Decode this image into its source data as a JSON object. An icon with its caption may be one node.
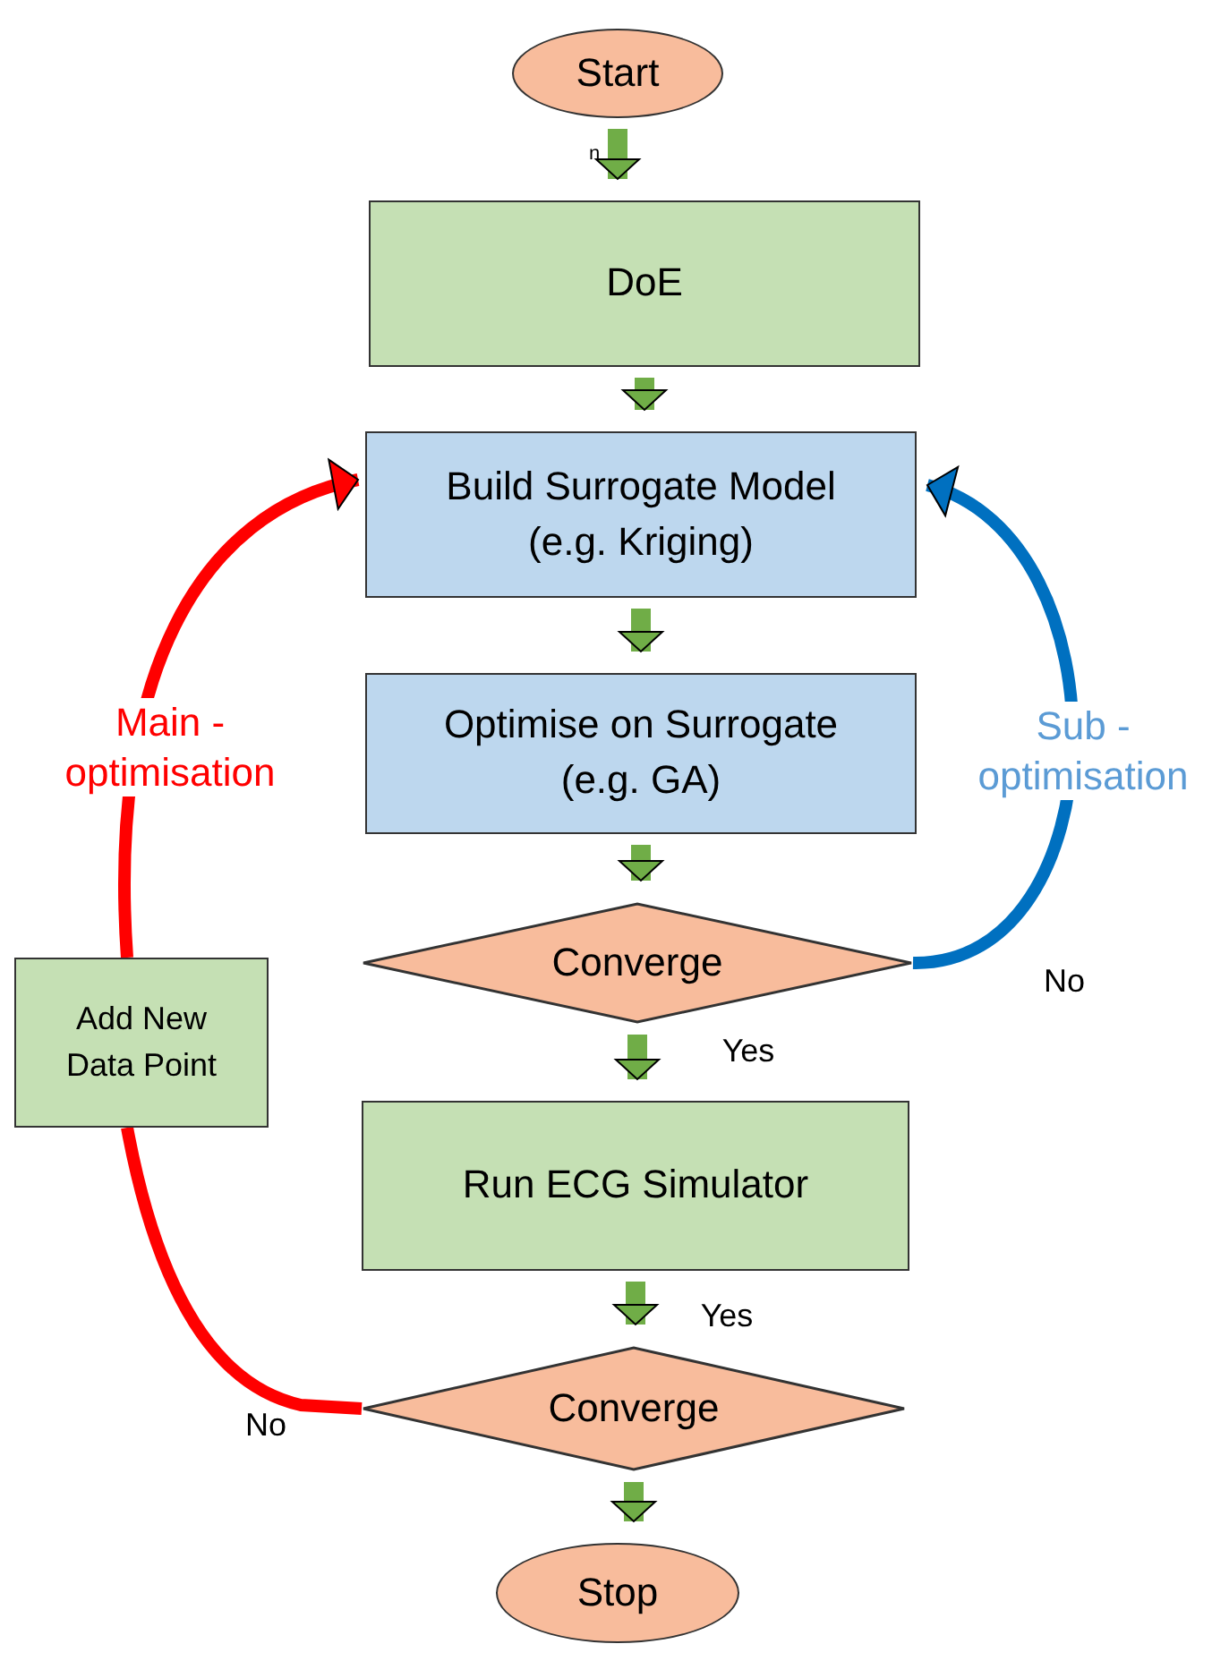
{
  "diagram": {
    "nodes": [
      {
        "text": [
          "Start"
        ]
      },
      {
        "text": [
          "DoE"
        ]
      },
      {
        "text": [
          "Build Surrogate Model (e.g. Kriging)"
        ]
      },
      {
        "text": [
          "Optimise on Surrogate (e.g. GA)"
        ]
      },
      {
        "text": [
          "Converge"
        ]
      },
      {
        "text": [
          "Run ECG Simulator"
        ]
      },
      {
        "text": [
          "Converge"
        ]
      },
      {
        "text": [
          "Stop"
        ]
      },
      {
        "text": [
          "Add New Data Point"
        ]
      }
    ],
    "edges": [
      {
        "from": 0,
        "to": 1,
        "arrow": "to"
      },
      {
        "from": 1,
        "to": 2,
        "arrow": "to"
      },
      {
        "from": 2,
        "to": 3,
        "arrow": "to"
      },
      {
        "from": 3,
        "to": 4,
        "arrow": "to"
      },
      {
        "from": 4,
        "to": 5,
        "arrow": "to",
        "label": "Yes"
      },
      {
        "from": 5,
        "to": 6,
        "arrow": "to",
        "label": "Yes"
      },
      {
        "from": 6,
        "to": 7,
        "arrow": "to"
      },
      {
        "from": 4,
        "to": 2,
        "arrow": "to",
        "label": "Sub - optimisation",
        "color": "#0070c0"
      },
      {
        "from": 6,
        "to": 8,
        "arrow": "none",
        "color": "#ff0000"
      },
      {
        "from": 8,
        "to": 2,
        "arrow": "to",
        "label": "Main - optimisation",
        "color": "#ff0000"
      }
    ],
    "labels": [
      "n",
      "No",
      "No"
    ]
  }
}
